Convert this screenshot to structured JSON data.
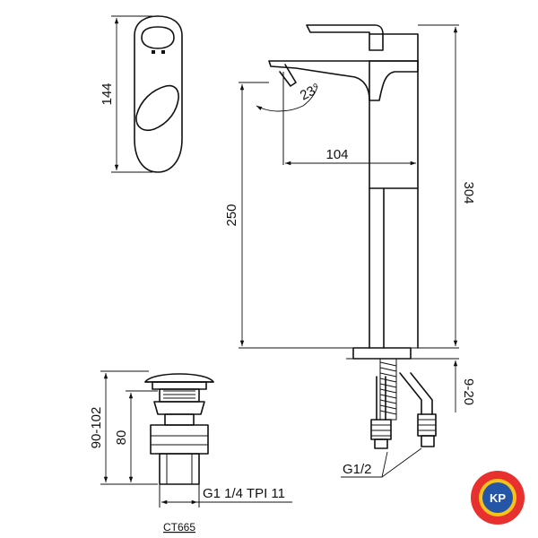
{
  "dimensions": {
    "handle_height": "144",
    "reach": "104",
    "spout_height": "250",
    "total_height": "304",
    "angle": "23°",
    "deck_thickness": "9-20",
    "inlet_thread": "G1/2",
    "waste_height_range": "90-102",
    "waste_body_height": "80",
    "waste_thread": "G1 1/4 TPI 11"
  },
  "labels": {
    "waste_model": "CT665"
  },
  "logo": {
    "text": "KP",
    "outer_color": "#e8312f",
    "inner_color": "#2455a6",
    "ring_color": "#f7c21a"
  }
}
